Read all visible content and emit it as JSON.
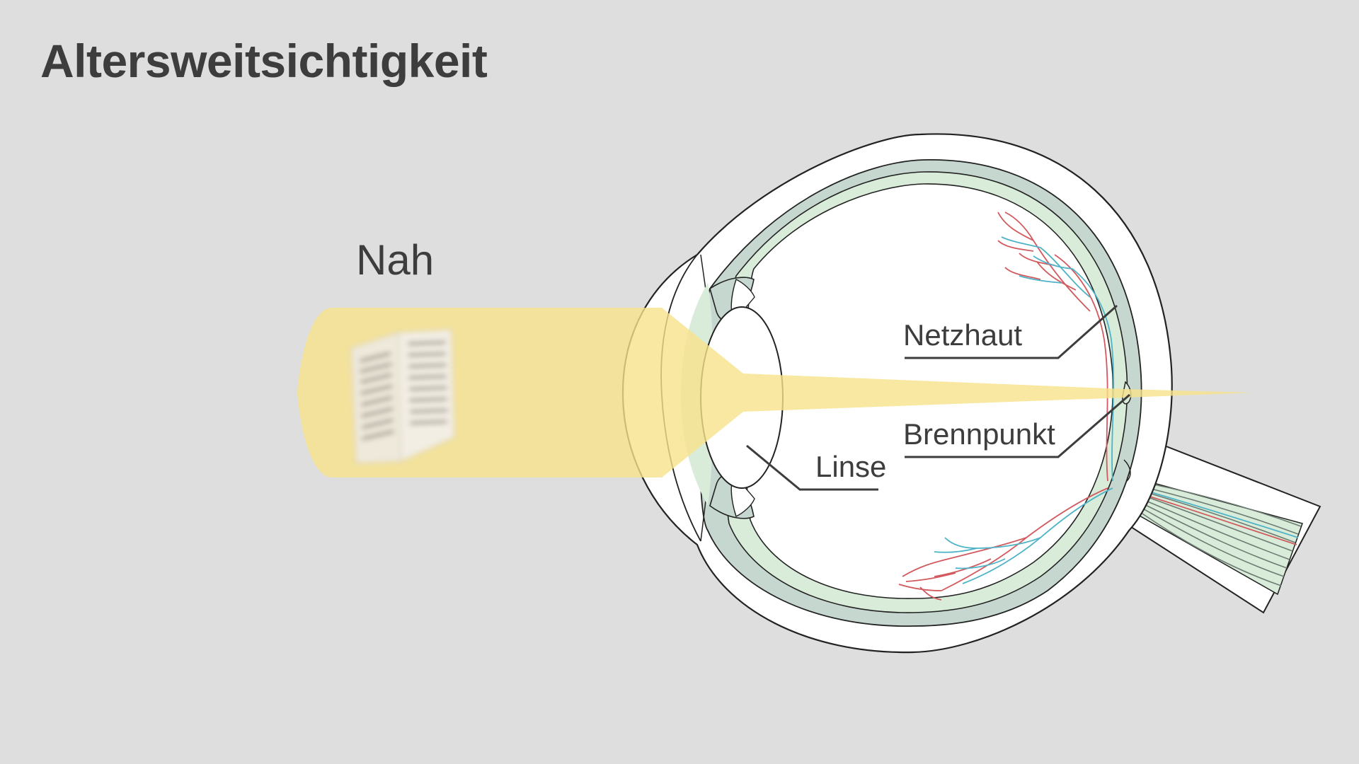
{
  "title": "Altersweitsichtigkeit",
  "labels": {
    "near": "Nah",
    "retina": "Netzhaut",
    "focal_point": "Brennpunkt",
    "lens": "Linse"
  },
  "colors": {
    "background": "#dedede",
    "light_beam": "#f7e28a",
    "eye_layer": "#d9ecd9",
    "eye_layer_dark": "#c6d7d0",
    "vessel_red": "#d2595e",
    "vessel_blue": "#4fb3c8",
    "outline": "#222222",
    "text": "#3d3d3d"
  },
  "icons": {
    "near_object": "open-booklet-icon"
  }
}
